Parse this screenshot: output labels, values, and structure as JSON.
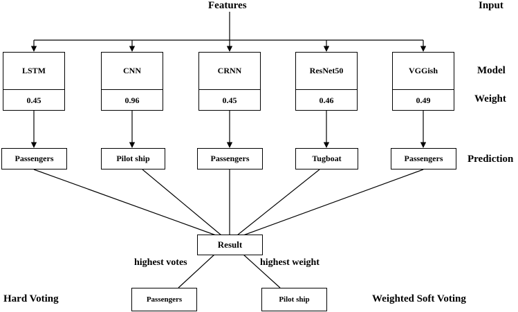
{
  "input_node": "Features",
  "row_labels": {
    "input": "Input",
    "model": "Model",
    "weight": "Weight",
    "prediction": "Prediction"
  },
  "models": [
    {
      "name": "LSTM",
      "weight": "0.45",
      "prediction": "Passengers"
    },
    {
      "name": "CNN",
      "weight": "0.96",
      "prediction": "Pilot ship"
    },
    {
      "name": "CRNN",
      "weight": "0.45",
      "prediction": "Passengers"
    },
    {
      "name": "ResNet50",
      "weight": "0.46",
      "prediction": "Tugboat"
    },
    {
      "name": "VGGish",
      "weight": "0.49",
      "prediction": "Passengers"
    }
  ],
  "result_node": "Result",
  "branches": {
    "left_label": "highest votes",
    "right_label": "highest weight",
    "hard_output": "Passengers",
    "soft_output": "Pilot ship",
    "hard_method": "Hard Voting",
    "soft_method": "Weighted Soft Voting"
  }
}
